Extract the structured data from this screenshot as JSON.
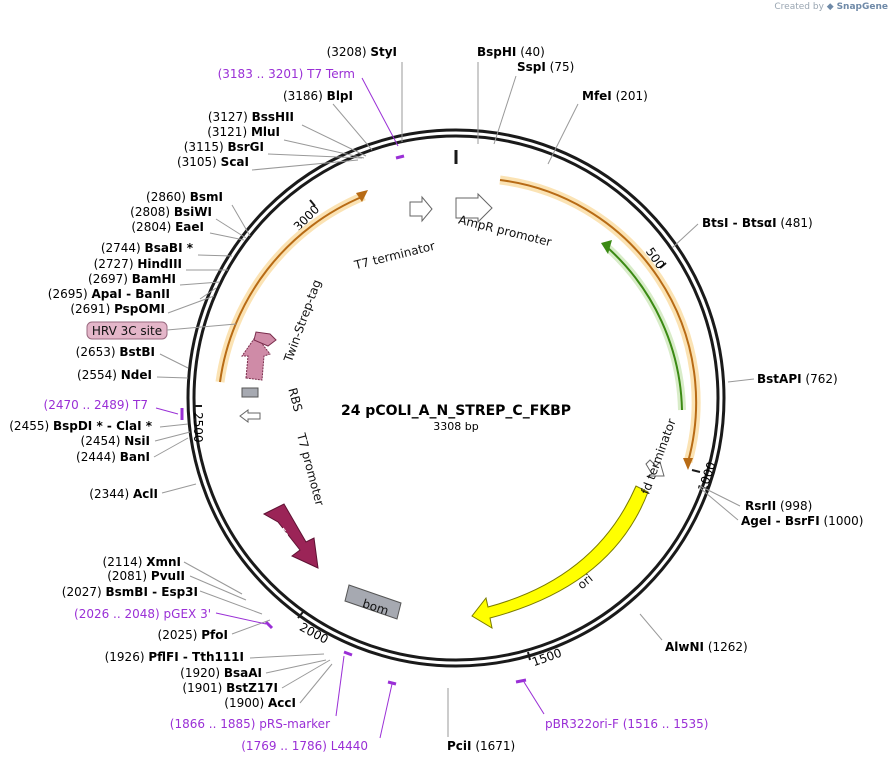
{
  "credit": {
    "prefix": "Created by",
    "brand": "SnapGene"
  },
  "plasmid": {
    "name": "24 pCOLI_A_N_STREP_C_FKBP",
    "length_label": "3308 bp"
  },
  "ticks": [
    "500",
    "1000",
    "1500",
    "2000",
    "2500",
    "3000"
  ],
  "features": {
    "t7_terminator": "T7 terminator",
    "ampr_promoter": "AmpR promoter",
    "fd_terminator": "fd terminator",
    "ori": "ori",
    "bom": "bom",
    "rop": "rop",
    "t7_promoter": "T7 promoter",
    "rbs": "RBS",
    "twin_strep": "Twin-Strep-tag",
    "hrv": "HRV 3C site"
  },
  "sites": [
    {
      "name": "StyI",
      "pos": "(3208)"
    },
    {
      "name": "BspHI",
      "pos": "(40)"
    },
    {
      "name": "SspI",
      "pos": "(75)"
    },
    {
      "name": "MfeI",
      "pos": "(201)"
    },
    {
      "name": "BlpI",
      "pos": "(3186)"
    },
    {
      "name": "BssHII",
      "pos": "(3127)"
    },
    {
      "name": "MluI",
      "pos": "(3121)"
    },
    {
      "name": "BsrGI",
      "pos": "(3115)"
    },
    {
      "name": "ScaI",
      "pos": "(3105)"
    },
    {
      "name": "BsmI",
      "pos": "(2860)"
    },
    {
      "name": "BsiWI",
      "pos": "(2808)"
    },
    {
      "name": "EaeI",
      "pos": "(2804)"
    },
    {
      "name": "BsaBI *",
      "pos": "(2744)"
    },
    {
      "name": "HindIII",
      "pos": "(2727)"
    },
    {
      "name": "BamHI",
      "pos": "(2697)"
    },
    {
      "name": "ApaI  - BanII",
      "pos": "(2695)"
    },
    {
      "name": "PspOMI",
      "pos": "(2691)"
    },
    {
      "name": "BstBI",
      "pos": "(2653)"
    },
    {
      "name": "NdeI",
      "pos": "(2554)"
    },
    {
      "name": "BspDI *  - ClaI *",
      "pos": "(2455)"
    },
    {
      "name": "NsiI",
      "pos": "(2454)"
    },
    {
      "name": "BanI",
      "pos": "(2444)"
    },
    {
      "name": "AclI",
      "pos": "(2344)"
    },
    {
      "name": "XmnI",
      "pos": "(2114)"
    },
    {
      "name": "PvuII",
      "pos": "(2081)"
    },
    {
      "name": "BsmBI  - Esp3I",
      "pos": "(2027)"
    },
    {
      "name": "PfoI",
      "pos": "(2025)"
    },
    {
      "name": "PflFI  - Tth111I",
      "pos": "(1926)"
    },
    {
      "name": "BsaAI",
      "pos": "(1920)"
    },
    {
      "name": "BstZ17I",
      "pos": "(1901)"
    },
    {
      "name": "AccI",
      "pos": "(1900)"
    },
    {
      "name": "PciI",
      "pos": "(1671)"
    },
    {
      "name": "AlwNI",
      "pos": "(1262)"
    },
    {
      "name": "RsrII",
      "pos": "(998)"
    },
    {
      "name": "AgeI  - BsrFI",
      "pos": "(1000)"
    },
    {
      "name": "BstAPI",
      "pos": "(762)"
    },
    {
      "name": "BtsI  - BtsαI",
      "pos": "(481)"
    }
  ],
  "primers": [
    {
      "range": "(3183 .. 3201)",
      "name": "T7 Term"
    },
    {
      "range": "(2470 .. 2489)",
      "name": "T7"
    },
    {
      "range": "(2026 .. 2048)",
      "name": "pGEX 3'"
    },
    {
      "range": "(1866 .. 1885)",
      "name": "pRS-marker"
    },
    {
      "range": "(1769 .. 1786)",
      "name": "L4440"
    },
    {
      "range": "(1516 .. 1535)",
      "name": "pBR322ori-F"
    }
  ],
  "colors": {
    "backbone": "#1a1a1a",
    "primer": "#9a2fd6",
    "ampr": "#f0b84a",
    "ampr_fill": "#fbe3b4",
    "green": "#5aa12a",
    "green_fill": "#d8ecc8",
    "ori": "#ffff00",
    "bom": "#a6a9b1",
    "rop": "#9b2457",
    "hrv": "#e4b6c9",
    "twin": "#cf8ba7"
  }
}
